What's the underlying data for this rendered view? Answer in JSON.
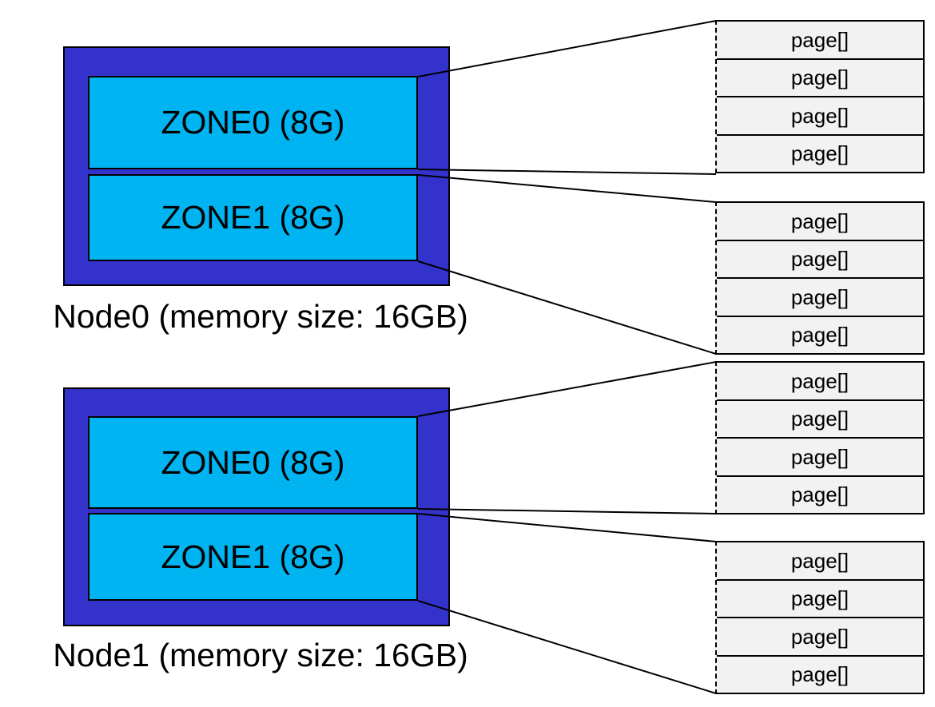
{
  "colors": {
    "node_fill": "#3333cc",
    "zone_fill": "#00b4f2",
    "page_fill": "#f2f2f2",
    "line_color": "#000000",
    "text_color": "#000000",
    "background": "#ffffff"
  },
  "nodes": [
    {
      "label": "Node0 (memory size: 16GB)",
      "zones": [
        {
          "label": "ZONE0 (8G)"
        },
        {
          "label": "ZONE1 (8G)"
        }
      ]
    },
    {
      "label": "Node1 (memory size: 16GB)",
      "zones": [
        {
          "label": "ZONE0 (8G)"
        },
        {
          "label": "ZONE1 (8G)"
        }
      ]
    }
  ],
  "page_groups": [
    {
      "rows": [
        "page[]",
        "page[]",
        "page[]",
        "page[]"
      ]
    },
    {
      "rows": [
        "page[]",
        "page[]",
        "page[]",
        "page[]"
      ]
    },
    {
      "rows": [
        "page[]",
        "page[]",
        "page[]",
        "page[]"
      ]
    },
    {
      "rows": [
        "page[]",
        "page[]",
        "page[]",
        "page[]"
      ]
    }
  ]
}
